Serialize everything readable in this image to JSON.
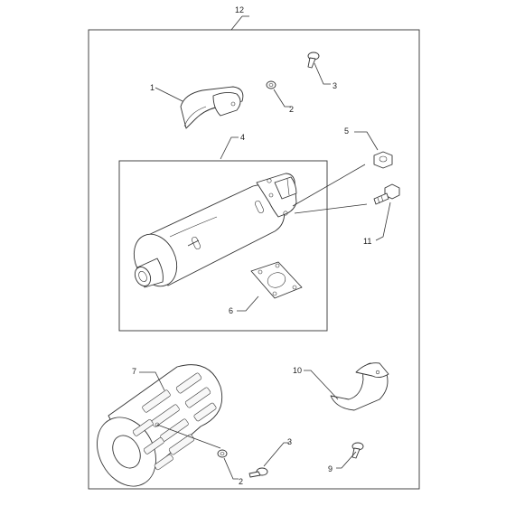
{
  "labels": {
    "kit": "12",
    "bracket": "1",
    "washer_top": "2",
    "screw_top": "3",
    "muffler": "4",
    "nut": "5",
    "gasket": "6",
    "muffler_guard": "7",
    "screw_bottom": "9",
    "bracket_bottom": "10",
    "bolt": "11",
    "washer_bottom": "2",
    "screw_mid_bottom": "3"
  }
}
